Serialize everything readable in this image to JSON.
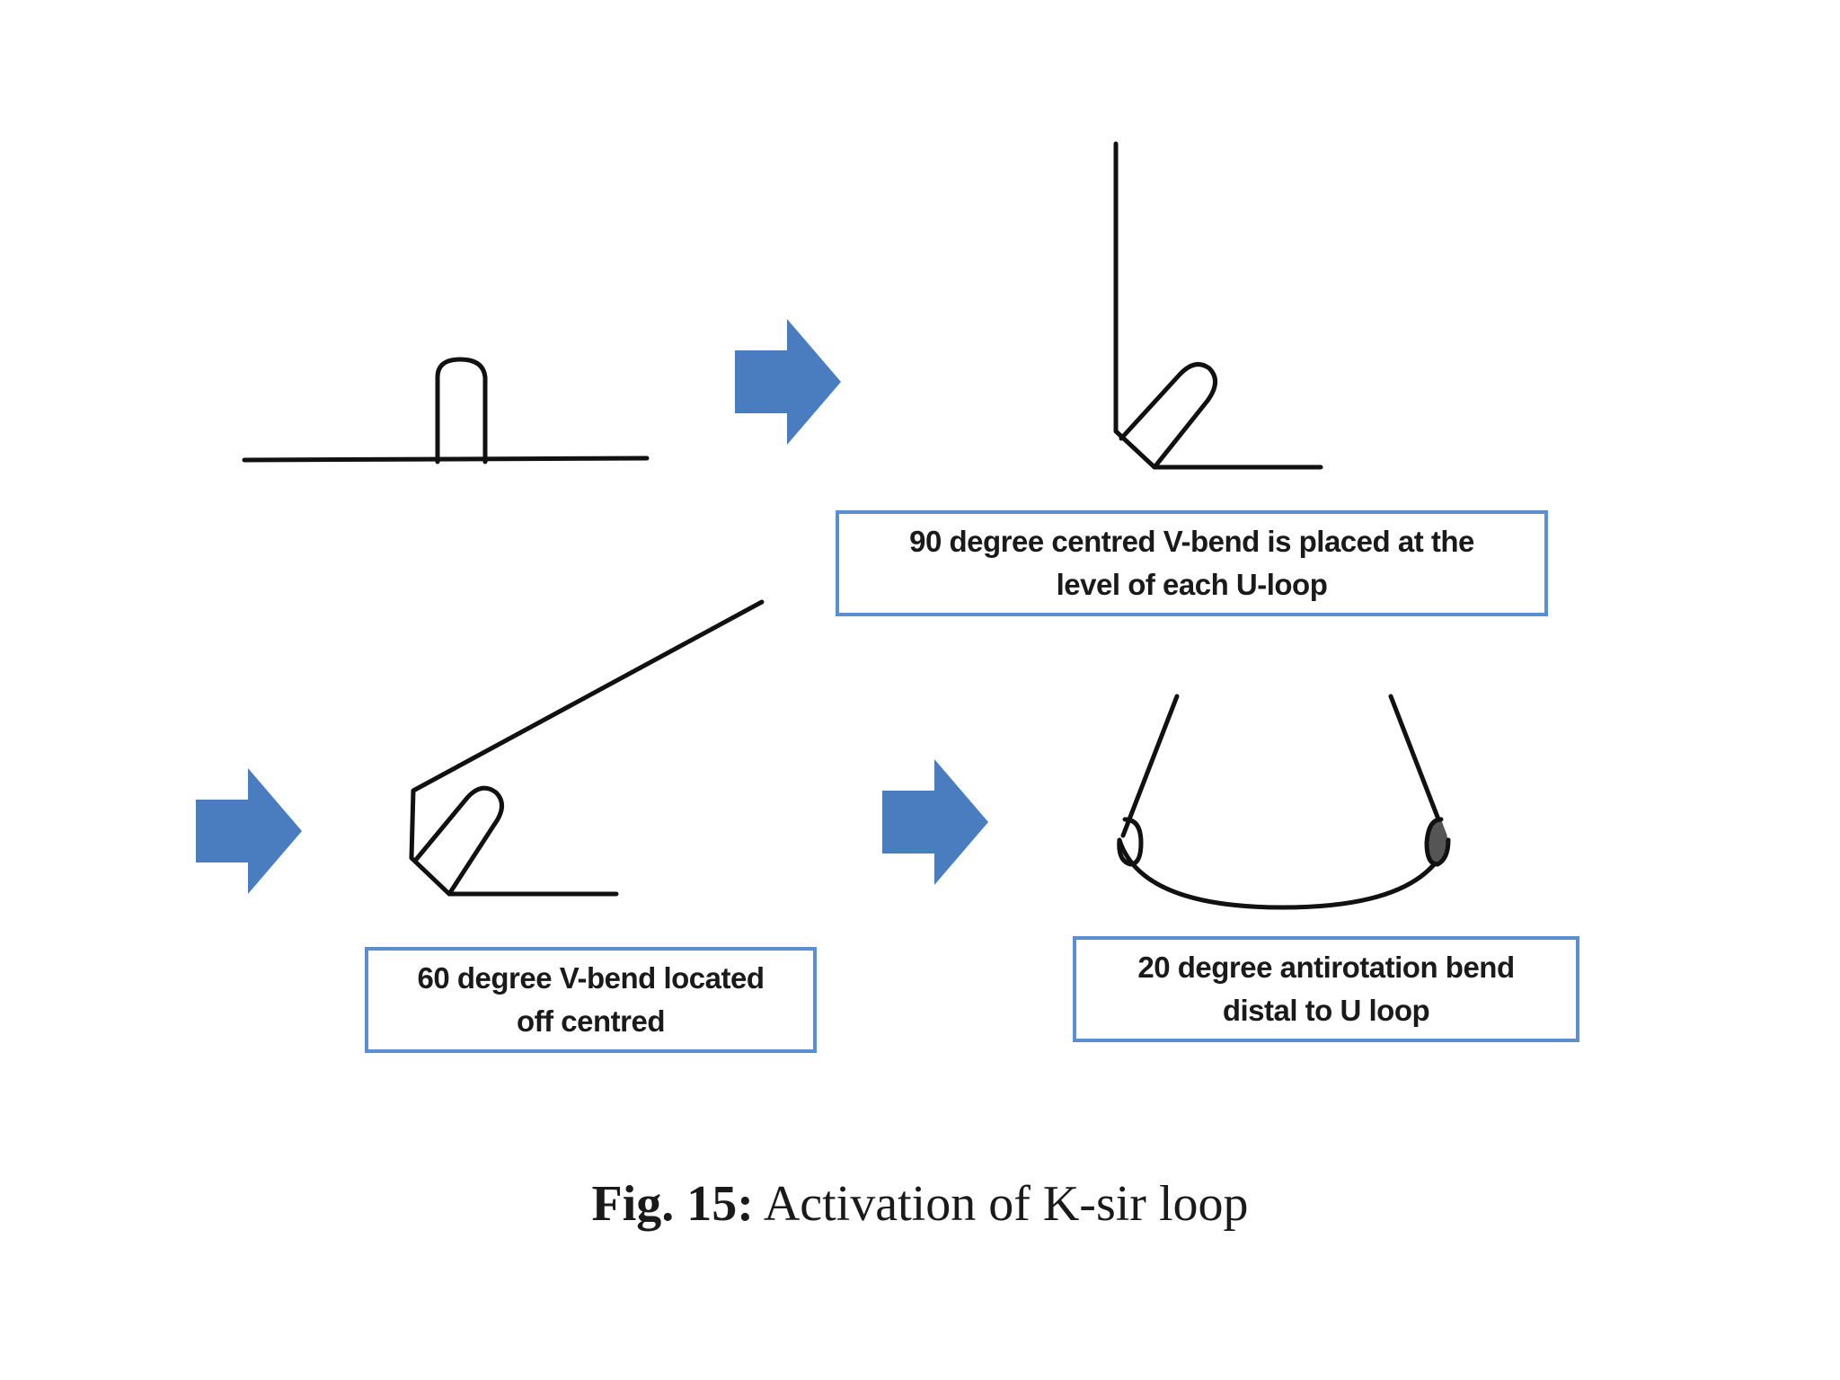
{
  "colors": {
    "arrow": "#4a7cc0",
    "box_border": "#5b8fd0",
    "wire": "#111111"
  },
  "labels": {
    "ninety_degree": {
      "line1": "90 degree centred V-bend is placed at the",
      "line2": "level of each U-loop"
    },
    "sixty_degree": {
      "line1": "60 degree V-bend located",
      "line2": "off centred"
    },
    "twenty_degree": {
      "line1": "20 degree antirotation bend",
      "line2": "distal to U loop"
    }
  },
  "caption": {
    "number": "Fig. 15:",
    "text": "Activation of K-sir loop"
  }
}
